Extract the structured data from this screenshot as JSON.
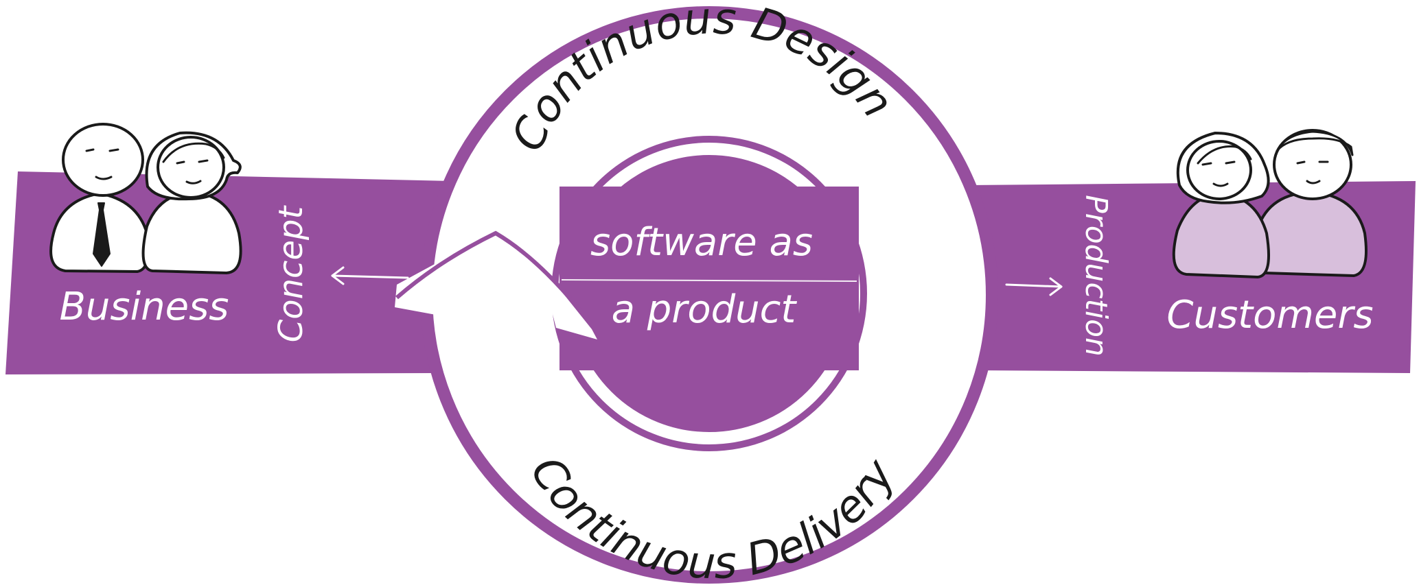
{
  "colors": {
    "purple": "#964f9e",
    "customer_fill": "#d8bfdc",
    "ink": "#1a1a1a",
    "white": "#ffffff"
  },
  "labels": {
    "business": "Business",
    "concept": "Concept",
    "production": "Production",
    "customers": "Customers",
    "design": "Continuous Design",
    "delivery": "Continuous Delivery",
    "center_line1": "software as",
    "center_line2": "a product"
  }
}
